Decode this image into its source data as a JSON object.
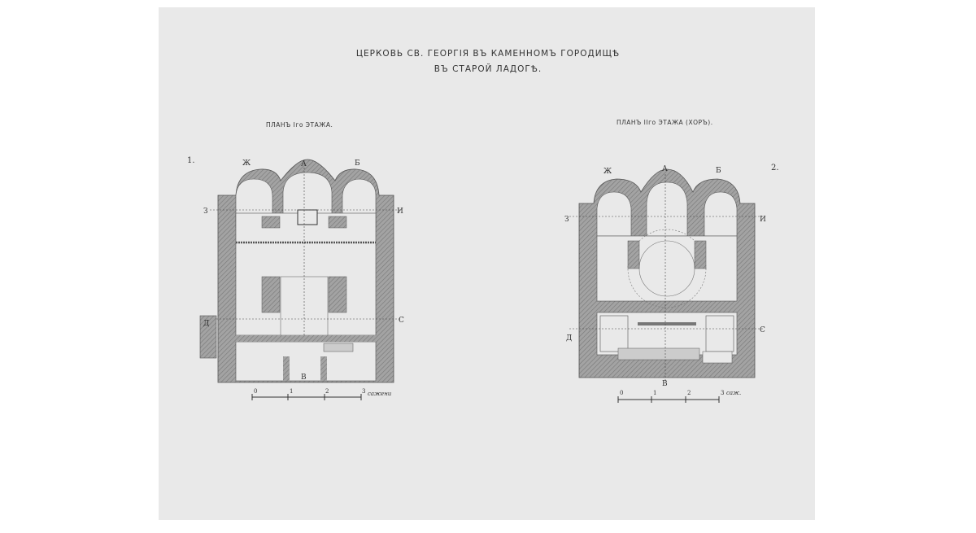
{
  "title": {
    "line1": "ЦЕРКОВЬ СВ. ГЕОРГІЯ ВЪ КАМЕННОМЪ ГОРОДИЩѢ",
    "line2": "ВЪ СТАРОЙ ЛАДОГѢ."
  },
  "plan1": {
    "caption": "ПЛАНЪ Iго ЭТАЖА.",
    "number": "1.",
    "section_marks": {
      "zh": "Ж",
      "a": "А",
      "b": "Б",
      "z": "З",
      "i": "И",
      "s": "С",
      "d": "Д",
      "v": "В"
    },
    "scale": {
      "ticks": [
        "0",
        "1",
        "2",
        "3"
      ],
      "unit": "сажени"
    }
  },
  "plan2": {
    "caption": "ПЛАНЪ IIго ЭТАЖА (ХОРЪ).",
    "number": "2.",
    "section_marks": {
      "zh": "Ж",
      "a": "А",
      "b": "Б",
      "z": "З",
      "i": "И",
      "s": "С",
      "d": "Д",
      "v": "В"
    },
    "scale": {
      "ticks": [
        "0",
        "1",
        "2",
        "3"
      ],
      "unit": "саж."
    }
  },
  "colors": {
    "sheet": "#e9e9e9",
    "wall": "#9a9a9a",
    "ink": "#333333"
  }
}
